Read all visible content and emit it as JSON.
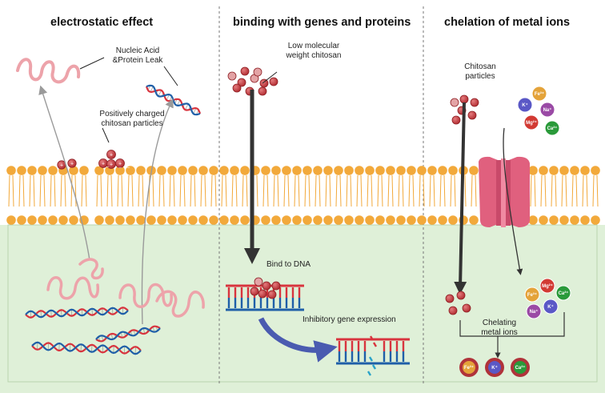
{
  "panels": [
    {
      "title": "electrostatic effect"
    },
    {
      "title": "binding with genes and proteins"
    },
    {
      "title": "chelation of metal ions"
    }
  ],
  "labels": {
    "nucleic_leak_1": "Nucleic Acid",
    "nucleic_leak_2": "&Protein Leak",
    "pos_charged_1": "Positively charged",
    "pos_charged_2": "chitosan particles",
    "low_mw_1": "Low molecular",
    "low_mw_2": "weight chitosan",
    "bind_dna": "Bind to DNA",
    "inhibitory": "Inhibitory gene expression",
    "chitosan_particles_1": "Chitosan",
    "chitosan_particles_2": "particles",
    "chelating_1": "Chelating",
    "chelating_2": "metal ions"
  },
  "ions": {
    "k": "K⁺",
    "fe": "Fe³⁺",
    "na": "Na⁺",
    "mg": "Mg²⁺",
    "ca": "Ca²⁺"
  },
  "colors": {
    "membrane_head": "#f2a93b",
    "cytoplasm": "#dff0d8",
    "chitosan": "#c0393b",
    "dna_red": "#d8343e",
    "dna_blue": "#1f5fa8",
    "leak_pink": "#eda3aa",
    "channel": "#e0607e",
    "arrow_blue": "#4a5bb0"
  }
}
